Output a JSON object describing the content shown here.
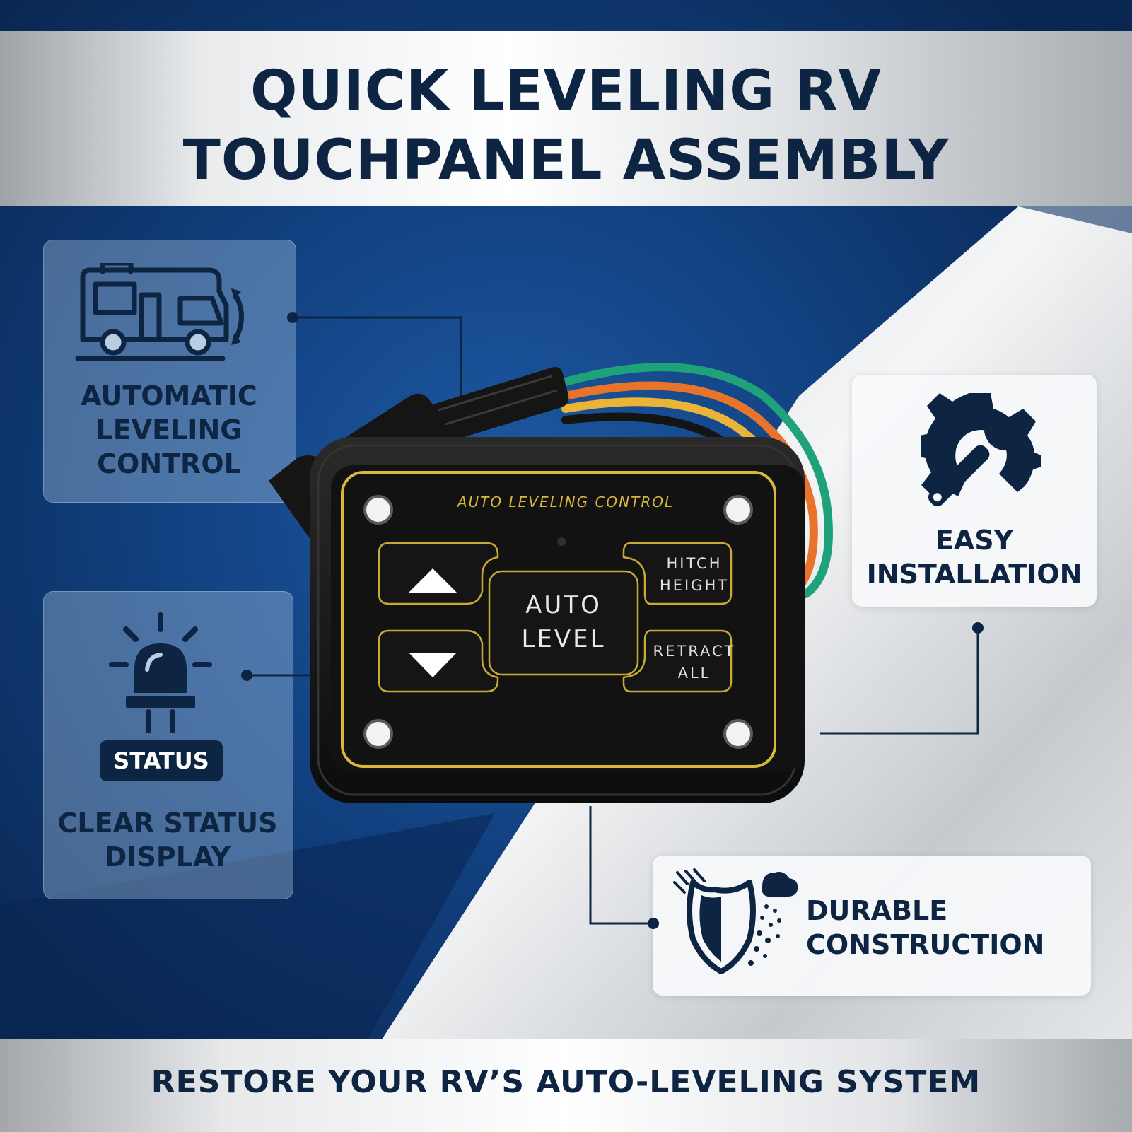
{
  "header": {
    "title_line1": "QUICK LEVELING RV",
    "title_line2": "TOUCHPANEL ASSEMBLY"
  },
  "footer": {
    "tagline": "RESTORE YOUR RV’S AUTO-LEVELING SYSTEM"
  },
  "features": {
    "auto_leveling": {
      "line1": "AUTOMATIC",
      "line2": "LEVELING",
      "line3": "CONTROL",
      "icon": "rv-leveling-icon"
    },
    "status": {
      "badge": "STATUS",
      "line1": "CLEAR STATUS",
      "line2": "DISPLAY",
      "icon": "beacon-light-icon"
    },
    "easy_install": {
      "line1": "EASY",
      "line2": "INSTALLATION",
      "icon": "gear-wrench-icon"
    },
    "durable": {
      "line1": "DURABLE",
      "line2": "CONSTRUCTION",
      "icon": "shield-weather-icon"
    }
  },
  "panel": {
    "header_label": "AUTO LEVELING CONTROL",
    "auto_line1": "AUTO",
    "auto_line2": "LEVEL",
    "hitch_line1": "HITCH",
    "hitch_line2": "HEIGHT",
    "retract_line1": "RETRACT",
    "retract_line2": "ALL"
  },
  "colors": {
    "navy": "#0d2542",
    "panel_trim": "#d8b73a",
    "wire_green": "#1fa27a",
    "wire_orange": "#e8732a",
    "wire_yellow": "#e9b437"
  }
}
